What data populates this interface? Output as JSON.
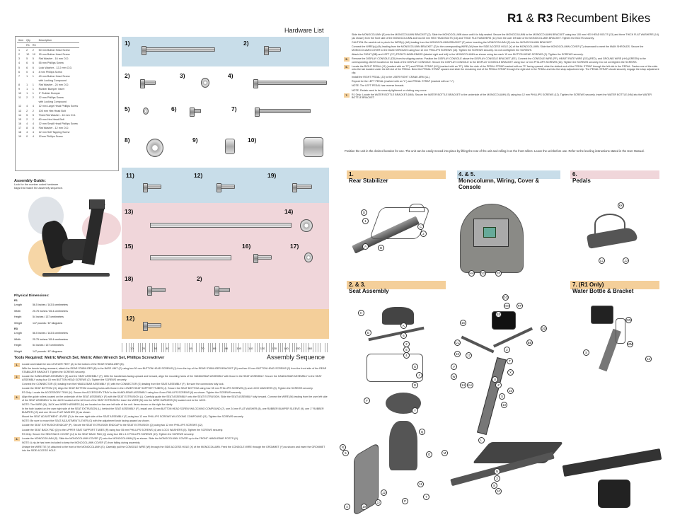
{
  "title": {
    "r1": "R1",
    "amp": "&",
    "r3": "R3",
    "rest": "Recumbent Bikes"
  },
  "hardware_list_title": "Hardware List",
  "assembly_sequence_title": "Assembly Sequence",
  "parts_table": {
    "headers": {
      "item": "Item",
      "qty": "Qty",
      "r1": "R1",
      "r3": "R3",
      "desc": "Description"
    },
    "rows": [
      {
        "item": "1",
        "r1": "2",
        "r3": "2",
        "desc": "50 mm Button Head Screw"
      },
      {
        "item": "2",
        "r1": "10",
        "r3": "10",
        "desc": "15 mm Button Head Screw"
      },
      {
        "item": "3",
        "r1": "5",
        "r3": "5",
        "desc": "Flat Washer - 16 mm O.D."
      },
      {
        "item": "4",
        "r1": "6",
        "r3": "6",
        "desc": "55 mm Phillips Screw"
      },
      {
        "item": "5",
        "r1": "6",
        "r3": "6",
        "desc": "Lock Washer - 12.2 mm O.D."
      },
      {
        "item": "6",
        "r1": "0",
        "r3": "4",
        "desc": "8 mm Phillips Screw"
      },
      {
        "item": "7",
        "r1": "1",
        "r3": "1",
        "desc": "40 mm Button Head Screw"
      },
      {
        "item": "",
        "r1": "",
        "r3": "",
        "desc": "with Locking Compound"
      },
      {
        "item": "8",
        "r1": "1",
        "r3": "1",
        "desc": "Flat Washer - 24 mm O.D."
      },
      {
        "item": "9",
        "r1": "1",
        "r3": "1",
        "desc": "Rubber Bumper Insert"
      },
      {
        "item": "10",
        "r1": "1",
        "r3": "1",
        "desc": "1\" Rubber Bumper"
      },
      {
        "item": "11",
        "r1": "2",
        "r3": "2",
        "desc": "12 mm Phillips Screw"
      },
      {
        "item": "",
        "r1": "",
        "r3": "",
        "desc": "with Locking Compound"
      },
      {
        "item": "12",
        "r1": "4",
        "r3": "4",
        "desc": "12 mm Large Head Phillips Screw"
      },
      {
        "item": "13",
        "r1": "2",
        "r3": "2",
        "desc": "100 mm Hex Head Bolt"
      },
      {
        "item": "14",
        "r1": "5",
        "r3": "5",
        "desc": "Thick Flat Washer - 16 mm O.D."
      },
      {
        "item": "15",
        "r1": "2",
        "r3": "2",
        "desc": "60 mm Hex Head Bolt"
      },
      {
        "item": "16",
        "r1": "4",
        "r3": "4",
        "desc": "12 mm Small Head Phillips Screw"
      },
      {
        "item": "17",
        "r1": "8",
        "r3": "8",
        "desc": "Flat Washer - 12 mm O.D."
      },
      {
        "item": "18",
        "r1": "4",
        "r3": "4",
        "desc": "12 mm Self Tapping Screw"
      },
      {
        "item": "19",
        "r1": "0",
        "r3": "4",
        "desc": "12mm Phillips Screw"
      }
    ]
  },
  "assembly_guide": {
    "title": "Assembly Guide:",
    "text": "Look for the number coded hardware bags that match the assembly sequence."
  },
  "physical_dimensions": {
    "title": "Physical Dimensions:",
    "models": [
      {
        "name": "R1",
        "rows": [
          {
            "k": "Length",
            "v": "56.5 inches / 143.5 centimeters"
          },
          {
            "k": "Width",
            "v": "25.75 inches / 65.4 centimeters"
          },
          {
            "k": "Height",
            "v": "54 inches / 137 centimeters"
          },
          {
            "k": "Weight",
            "v": "147 pounds / 67 kilograms"
          }
        ]
      },
      {
        "name": "R3",
        "rows": [
          {
            "k": "Length",
            "v": "56.5 inches / 143.5 centimeters"
          },
          {
            "k": "Width",
            "v": "25.75 inches / 65.4 centimeters"
          },
          {
            "k": "Height",
            "v": "54 inches / 137 centimeters"
          },
          {
            "k": "Weight",
            "v": "147 pounds / 67 kilograms"
          }
        ]
      }
    ]
  },
  "hardware_panels": [
    {
      "labels": [
        "1)",
        "2)"
      ]
    },
    {
      "labels": [
        "2)",
        "3)",
        "4)",
        "5)",
        "6)",
        "7)",
        "8)",
        "9)",
        "10)"
      ]
    },
    {
      "labels": [
        "11)",
        "12)",
        "19)"
      ]
    },
    {
      "labels": [
        "13)",
        "14)",
        "15)",
        "16)",
        "17)",
        "18)",
        "2)"
      ]
    },
    {
      "labels": [
        "12)"
      ]
    }
  ],
  "ruler": [
    "10",
    "20",
    "30",
    "40",
    "50",
    "60",
    "70",
    "80",
    "90",
    "100",
    "110",
    "120",
    "130",
    "140",
    "150",
    "160"
  ],
  "tools_required": "Tools Required: Metric Wrench Set, Metric Allen Wrench Set, Phillips Screwdriver",
  "steps_left": [
    {
      "n": "1.",
      "paras": [
        "Locate and install the two LEVELER FEET (A) to the bottom of the REAR STABILIZER (B).",
        "With the bends facing rearward, attach the REAR STABILIZER (B) to the BASE UNIT (C) using two 50 mm BUTTON HEAD SCREWS (1) from the top of the REAR STABILIZER BRACKET (D) and two 15 mm BUTTON HEAD SCREWS (2) from the front side of the REAR STABILIZER BRACKET. Tighten the SCREWS securely."
      ]
    },
    {
      "n": "2.",
      "paras": [
        "Locate the HANDLEBAR ASSEMBLY (E) and the SEAT ASSEMBLY (F). With the handlebars facing upward and forward, align the mounting holes of the HANDLEBAR ASSEMBLY with those in the SEAT ASSEMBLY. Secure the HANDLEBAR ASSEMBLY to the SEAT ASSEMBLY using four 15 mm BUTTON HEAD SCREWS (2). Tighten the SCREWS securely.",
        "Connect the CONNECTOR (G) leading from the HANDLEBAR ASSEMBLY (E) with the CONNECTOR (G) leading from the SEAT ASSEMBLY (F). Be sure the connectors fully lock.",
        "Locate the SEAT BOTTOM (H). Align the SEAT BOTTOM mounting holes with those in the LOWER SEAT SUPPORT TUBES (J). Secure the SEAT BOTTOM using four 55 mm PHILLIPS SCREWS (4) and LOCK WASHERS (5). Tighten the SCREWS securely.",
        "R3 Only: Locate the ACCESSORY TRAY (K). Secure the ACCESSORY TRAY to the HANDLEBAR ASSEMBLY using four 8 mm PHILLIPS SCREWS (6) as shown. Tighten the SCREWS securely."
      ]
    },
    {
      "n": "3.",
      "paras": [
        "Align the guide rollers located on the underside of the SEAT ASSEMBLY (F) with the SEAT EXTRUSION (L). Carefully guide the SEAT ASSEMBLY onto the SEAT EXTRUSION. Slide the SEAT ASSEMBLY fully forward. Connect the WIRE (M) leading from the user left side of the SEAT ASSEMBLY to the JACK located at the left front of the SEAT EXTRUSION. Insert the WIRE (M) into the WIRE HARNESS (N) located next to the JACK.",
        "NOTE: The WIRE (M), JACK and WIRE HARNESS (N) are located on the user left side of the unit. Items shown on the right for clarity.",
        "In the hole located on the user right side of the SEAT EXTRUSION (L), behind the SEAT ASSEMBLY (F), install one 40 mm BUTTON HEAD SCREW W/LOCKING COMPOUND (7), one 24 mm FLAT WASHER (8), one RUBBER BUMPER SLEEVE (9), one 1\" RUBBER BUMPER (10) and one 16 mm FLAT WASHER (3) as shown.",
        "Mount the SEAT ADJUSTMENT LEVER (O) to the user right side of the SEAT ASSEMBLY (F) using two 12 mm PHILLIPS SCREWS W/LOCKING COMPOUND (11). Tighten the SCREWS securely.",
        "NOTE: Be sure to mount the SEAT ADJUSTMENT LEVER (O) with the adjustment knob facing upward as shown.",
        "Locate the SEAT EXTRUSION ENDCAP (P). Secure the SEAT EXTRUSION ENDCAP to the SEAT EXTRUSION (Q) using two 12 mm PHILLIPS SCREWS (12).",
        "Locate the SEAT BACK PAD (Q) to the UPPER SEAT SUPPORT TUBES (R) using four 55 mm PHILLIPS SCREWS (4) and LOCK WASHERS (5). Tighten the SCREWS securely.",
        "R3 Only: Secure the SEAT BACK COVER (JJ) to the SEAT BACK PAD (Q) using four M8 x 1.0 PHILLIPS SCREWS (19). Tighten the SCREWS securely."
      ]
    },
    {
      "n": "4.",
      "paras": [
        "Locate the MONOCOLUMN (S). Slide the MONOCOLUMN COVER (T) onto the MONOCOLUMN (S) as shown. Slide the MONOCOLUMN COVER up to the FRONT HANDLEBAR POSTS (U).",
        "NOTE: A zip-tie has been included to keep the MONOCOLUMN COVER (T) from falling during assembly.",
        "Untape the WIRE TIE (V) attached to the front of the MONOCOLUMN (S). Carefully pull the CONSOLE WIRE (W) through the SIDE ACCESS HOLE (X) of the MONOCOLUMN. Feed the CONSOLE WIRE through the GROMMET (Y) as shown and insert the GROMMET into the SIDE ACCESS HOLE."
      ]
    }
  ],
  "steps_right": [
    {
      "n": "",
      "paras": [
        "Slide the MONOCOLUMN (S) into the MONOCOLUMN BRACKET (Z). Slide the MONOCOLUMN down until it is fully seated. Secure the MONOCOLUMN to the MONOCOLUMN BRACKET using two 100 mm HEX HEAD BOLTS (13) and three THICK FLAT WASHERS (14) (as shown) from the front side of the MONOCOLUMN and two 60 mm HEX HEAD BOLTS (15) and THICK FLAT WASHERS (14) from the user left side of the MONOCOLUMN BRACKET. Tighten the BOLTS securely.",
        "CAUTION: Be careful not to pinch the WIRE(s) (AA) leading from the MONOCOLUMN BRACKET (Z) when inserting the MONOCOLUMN (S) into the MONOCOLUMN BRACKET.",
        "Connect the WIRE(s) (AA) leading from the MONOCOLUMN BRACKET (Z) to the corresponding WIRE (W) from the SIDE ACCESS HOLE (X) of the MONOCOLUMN. Slide the MONOCOLUMN COVER (T) downward to meet the MAIN SHROUDS. Secure the MONOCOLUMN COVER to the MAIN SHROUDS using four 12 mm PHILLIPS SCREWS (16). Tighten the SCREWS securely. Do not overtighten the SCREWS.",
        "Attach the RIGHT (BB) and LEFT (CC) FRONT HANDLEBARS (labeled right and left) to the MONOCOLUMN as shown using two each 15 mm BUTTON HEAD SCREWS (2). Tighten the SCREWS securely."
      ]
    },
    {
      "n": "5.",
      "paras": [
        "Remove the DISPLAY CONSOLE (DD) from its shipping carton. Position the DISPLAY CONSOLE above the DISPLAY CONSOLE BRACKET (EE). Connect the CONSOLE WIRE (FF), HEART RATE WIRE (GG) (RED), and GROUND WIRE (HH) (GREEN) to the corresponding JACKS located on the back of the DISPLAY CONSOLE. Secure the DISPLAY CONSOLE to the DISPLAY CONSOLE BRACKET using four 12 mm PHILLIPS SCREWS (16). Tighten the SCREWS securely. Do not overtighten the SCREWS."
      ]
    },
    {
      "n": "6.",
      "paras": [
        "Locate the RIGHT PEDAL (JJ) (marked with an \"R\") and PEDAL STRAP (KK) (marked with an \"R\"). With the side of the PEDAL STRAP marked with an \"R\" facing upward, slide the slotted end of the PEDAL STRAP through the left slot in the PEDAL. Fasten one of the slots onto the tab located under the left slot of the PEDAL. Bend the PEDAL STRAP upward and slide the remaining end of the PEDAL STRAP through the right slot in the PEDAL and into the strap adjustment clip. The PEDAL STRAP should securely engage the strap adjustment clip.",
        "Install the RIGHT PEDAL (JJ) to the USER RIGHT CRANK ARM (LL).",
        "Repeat for the LEFT PEDAL (marked with an \"L\") and PEDAL STRAP (marked with an \"L\").",
        "NOTE: The LEFT PEDAL has reverse threads.",
        "NOTE: Pedals need to be securely tightened or clicking may occur."
      ]
    },
    {
      "n": "7.",
      "paras": [
        "R1 Only: Locate the WATER BOTTLE BRACKET (MM). Secure the WATER BOTTLE BRACKET to the underside of the MONOCOLUMN (S) using two 12 mm PHILLIPS SCREWS (12). Tighten the SCREWS securely. Insert the WATER BOTTLE (NN) into the WATER BOTTLE BRACKET."
      ]
    }
  ],
  "closing_note": "Position the unit in the desired location for use. The unit can be easily moved into place by lifting the rear of the unit and rolling it on the front rollers. Leave the unit before use. Refer to the leveling instructions stated in the User Manual.",
  "sections": [
    {
      "num": "1.",
      "title": "Rear Stabilizer",
      "color": "#f4cf9a"
    },
    {
      "num": "4. & 5.",
      "title": "Monocolumn, Wiring, Cover & Console",
      "color": "#c8dde9"
    },
    {
      "num": "6.",
      "title": "Pedals",
      "color": "#f0d6da"
    },
    {
      "num": "2. & 3.",
      "title": "Seat Assembly",
      "color": "#f4cf9a"
    },
    {
      "num": "7. (R1 Only)",
      "title": "Water Bottle & Bracket",
      "color": "#f4cf9a"
    }
  ],
  "callouts": {
    "s1": [
      "1",
      "D",
      "C",
      "2",
      "A",
      "B"
    ],
    "s45": [
      "HH",
      "GG",
      "FF"
    ],
    "s6": [
      "KK",
      "LL",
      "JJ"
    ],
    "s23": [
      "H",
      "K",
      "E",
      "6",
      "2",
      "5",
      "4",
      "J",
      "F",
      "G",
      "D",
      "Q",
      "R",
      "5",
      "4",
      "19",
      "JJ",
      "12",
      "P",
      "11",
      "O",
      "M",
      "L",
      "N",
      "3",
      "8",
      "10",
      "7"
    ],
    "s23b": [
      "GG",
      "HH",
      "FF",
      "EE",
      "DD",
      "16",
      "BB",
      "CC",
      "2",
      "16",
      "17",
      "T",
      "V",
      "X",
      "W",
      "14",
      "AA",
      "Z",
      "S",
      "13",
      "15",
      "Y",
      "U"
    ],
    "s7": [
      "NN",
      "MM",
      "S",
      "12"
    ]
  },
  "colors": {
    "blue_panel": "#c8dde9",
    "pink_panel": "#f0d6da",
    "orange_panel": "#f4cf9a"
  }
}
